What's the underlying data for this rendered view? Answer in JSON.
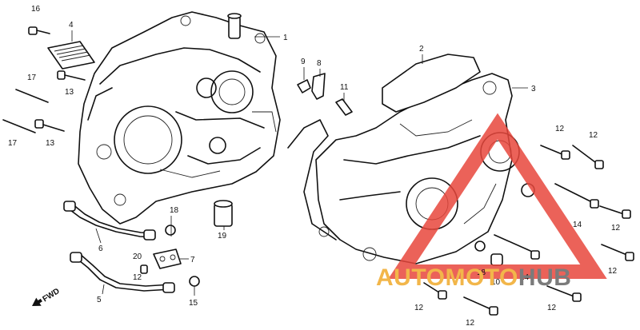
{
  "diagram": {
    "labels": [
      "16",
      "4",
      "1",
      "9",
      "8",
      "2",
      "3",
      "17",
      "13",
      "11",
      "17",
      "13",
      "12",
      "12",
      "18",
      "19",
      "14",
      "6",
      "12",
      "12",
      "20",
      "7",
      "12",
      "18",
      "10",
      "14",
      "5",
      "15",
      "12",
      "12",
      "12"
    ],
    "fwd_label": "FWD"
  },
  "watermark": {
    "part_a": "AUTOMOTO",
    "part_b": "HUB",
    "color_primary": "#f2b64a",
    "color_secondary": "#7b7b7b",
    "triangle_color": "#e8463c"
  }
}
